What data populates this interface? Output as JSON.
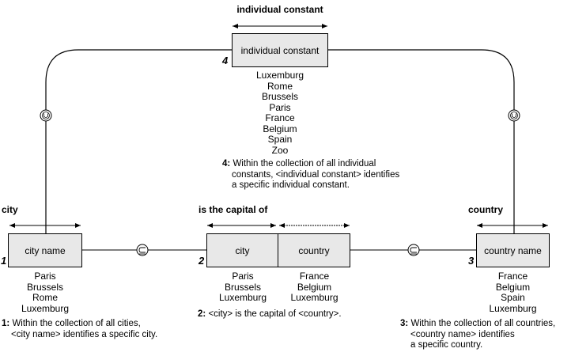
{
  "fact_types": {
    "individual_constant": {
      "header": "individual constant",
      "roles": [
        "individual constant"
      ],
      "number": "4",
      "population": [
        "Luxemburg",
        "Rome",
        "Brussels",
        "Paris",
        "France",
        "Belgium",
        "Spain",
        "Zoo"
      ],
      "note": {
        "num": "4",
        "lines": [
          "Within the collection of all individual",
          "constants, <individual constant> identifies",
          "a specific individual constant."
        ]
      }
    },
    "city": {
      "header": "city",
      "roles": [
        "city name"
      ],
      "number": "1",
      "population": [
        "Paris",
        "Brussels",
        "Rome",
        "Luxemburg"
      ],
      "note": {
        "num": "1",
        "lines": [
          "Within the collection of all cities,",
          "<city name> identifies a specific city."
        ]
      }
    },
    "is_the_capital_of": {
      "header": "is the capital of",
      "roles": [
        "city",
        "country"
      ],
      "number": "2",
      "population_left": [
        "Paris",
        "Brussels",
        "Luxemburg"
      ],
      "population_right": [
        "France",
        "Belgium",
        "Luxemburg"
      ],
      "note": {
        "num": "2",
        "lines": [
          "<city> is the capital of <country>."
        ]
      }
    },
    "country": {
      "header": "country",
      "roles": [
        "country name"
      ],
      "number": "3",
      "population": [
        "France",
        "Belgium",
        "Spain",
        "Luxemburg"
      ],
      "note": {
        "num": "3",
        "lines": [
          "Within the collection of all countries,",
          "<country name> identifies",
          "a specific country."
        ]
      }
    }
  },
  "symbols": {
    "union": "U",
    "subset": "⊂"
  }
}
